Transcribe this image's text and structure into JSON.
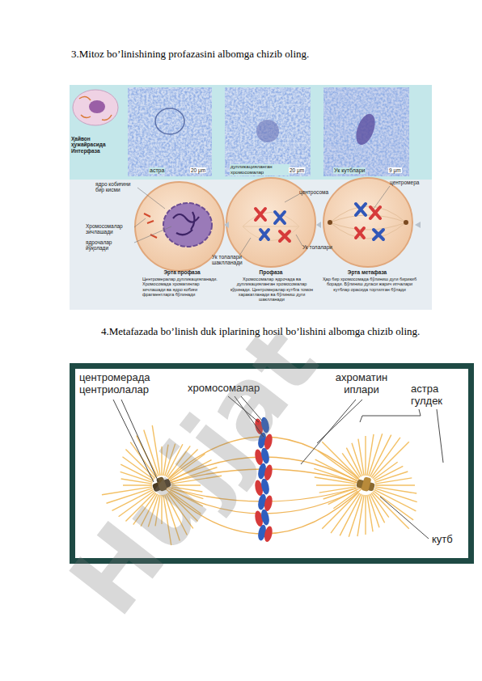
{
  "diagram": {
    "labels": [
      "3.Mitoz bo’linishining profazasini albomga chizib oling.",
      "Ҳайвон ҳужайрасида Интерфаза",
      "астра",
      "20 μm",
      "дупликацияланган хромосомалар",
      "20 μm",
      "Ук кутблари",
      "9 μm",
      "ядро кобиғини бир кисми",
      "Хромосомалар зичлашади",
      "ядрочалар йўқолади",
      "центросома",
      "центромера",
      "Ук толалари шаклланади",
      "Ук толалари",
      "Эрта профаза",
      "Центромералар дупликацияланади. Хромосомада хроматинлар зичлашади ва ядро кобиғи фрагментларга бўлинади",
      "Профаза",
      "Хромосомалар ядрочада ва дупликацияланган хромосомалар кўринади. Центромералар кутбга томон харакатланади ва бўлиниш дуги шаклланади",
      "Эрта метафаза",
      "Ҳар бир хромосомада бўлиниш дуги бирикиб боради. Бўлиниш дугаси жарич ипчалари кутблар орасида тортилган бўлади",
      "4.Metafazada bo’linish duk iplarining hosil bo’lishini albomga chizib oling.",
      "центромерада центриолалар",
      "хромосомалар",
      "ахроматин иплари",
      "астра гулдек",
      "кутб",
      "Hujjat"
    ]
  }
}
